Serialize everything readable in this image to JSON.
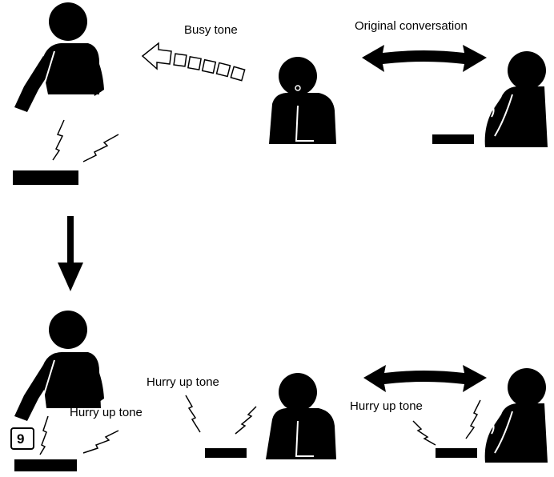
{
  "labels": {
    "busy_tone": "Busy tone",
    "original_conversation": "Original conversation",
    "hurry_up_tone_left": "Hurry up tone",
    "hurry_up_tone_middle": "Hurry up tone",
    "hurry_up_tone_right": "Hurry up tone"
  },
  "keypad_key": "9",
  "colors": {
    "ink": "#000000",
    "background": "#ffffff"
  }
}
